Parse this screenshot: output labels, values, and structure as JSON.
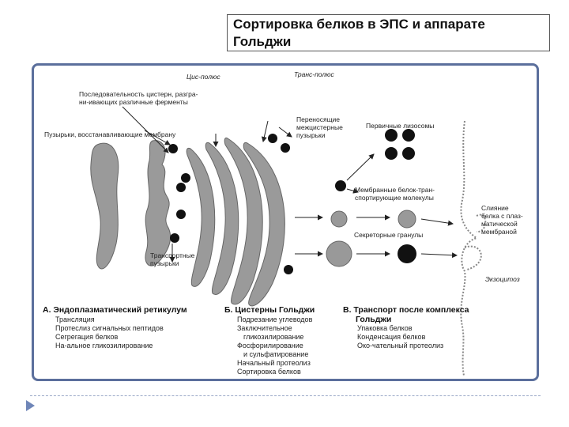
{
  "title": "Сортировка белков в ЭПС и аппарате Гольджи",
  "labels": {
    "cis_pole": "Цис-полюс",
    "trans_pole": "Транс-полюс",
    "sequence_line1": "Последовательность цистерн, разгра-",
    "sequence_line2": "ни-ивающих различные ферменты",
    "vesicles_restoring": "Пузырьки, восстанавливающие мембрану",
    "carrying_line1": "Переносящие",
    "carrying_line2": "межцистерные",
    "carrying_line3": "пузырьки",
    "primary_lysosomes": "Первичные лизосомы",
    "membrane_carrier_line1": "Мембранные белок-тран-",
    "membrane_carrier_line2": "спортирующие молекулы",
    "secretory_granules": "Секреторные гранулы",
    "transport_line1": "Транспортные",
    "transport_line2": "пузырьки",
    "fusion_line1": "Слияние",
    "fusion_line2": "белка с плаз-",
    "fusion_line3": "матической",
    "fusion_line4": "мембраной",
    "exocytosis": "Экзоцитоз"
  },
  "sections": {
    "a": {
      "heading": "А. Эндоплазматический ретикулум",
      "items": [
        "Трансляция",
        "Протеслиз сигнальных пептидов",
        "Сегрегация белков",
        "На-альное гликозилирование"
      ]
    },
    "b": {
      "heading": "Б. Цистерны Гольджи",
      "items": [
        "Подрезание углеводов",
        "Заключительное",
        "гликозилирование",
        "Фосфорилирование",
        "и сульфатирование",
        "Начальный протеолиз",
        "Сортировка белков"
      ]
    },
    "c": {
      "heading_line1": "В. Транспорт после комплекса",
      "heading_line2": "Гольджи",
      "items": [
        "Упаковка белков",
        "Конденсация белков",
        "Око-чательный протеолиз"
      ]
    }
  }
}
